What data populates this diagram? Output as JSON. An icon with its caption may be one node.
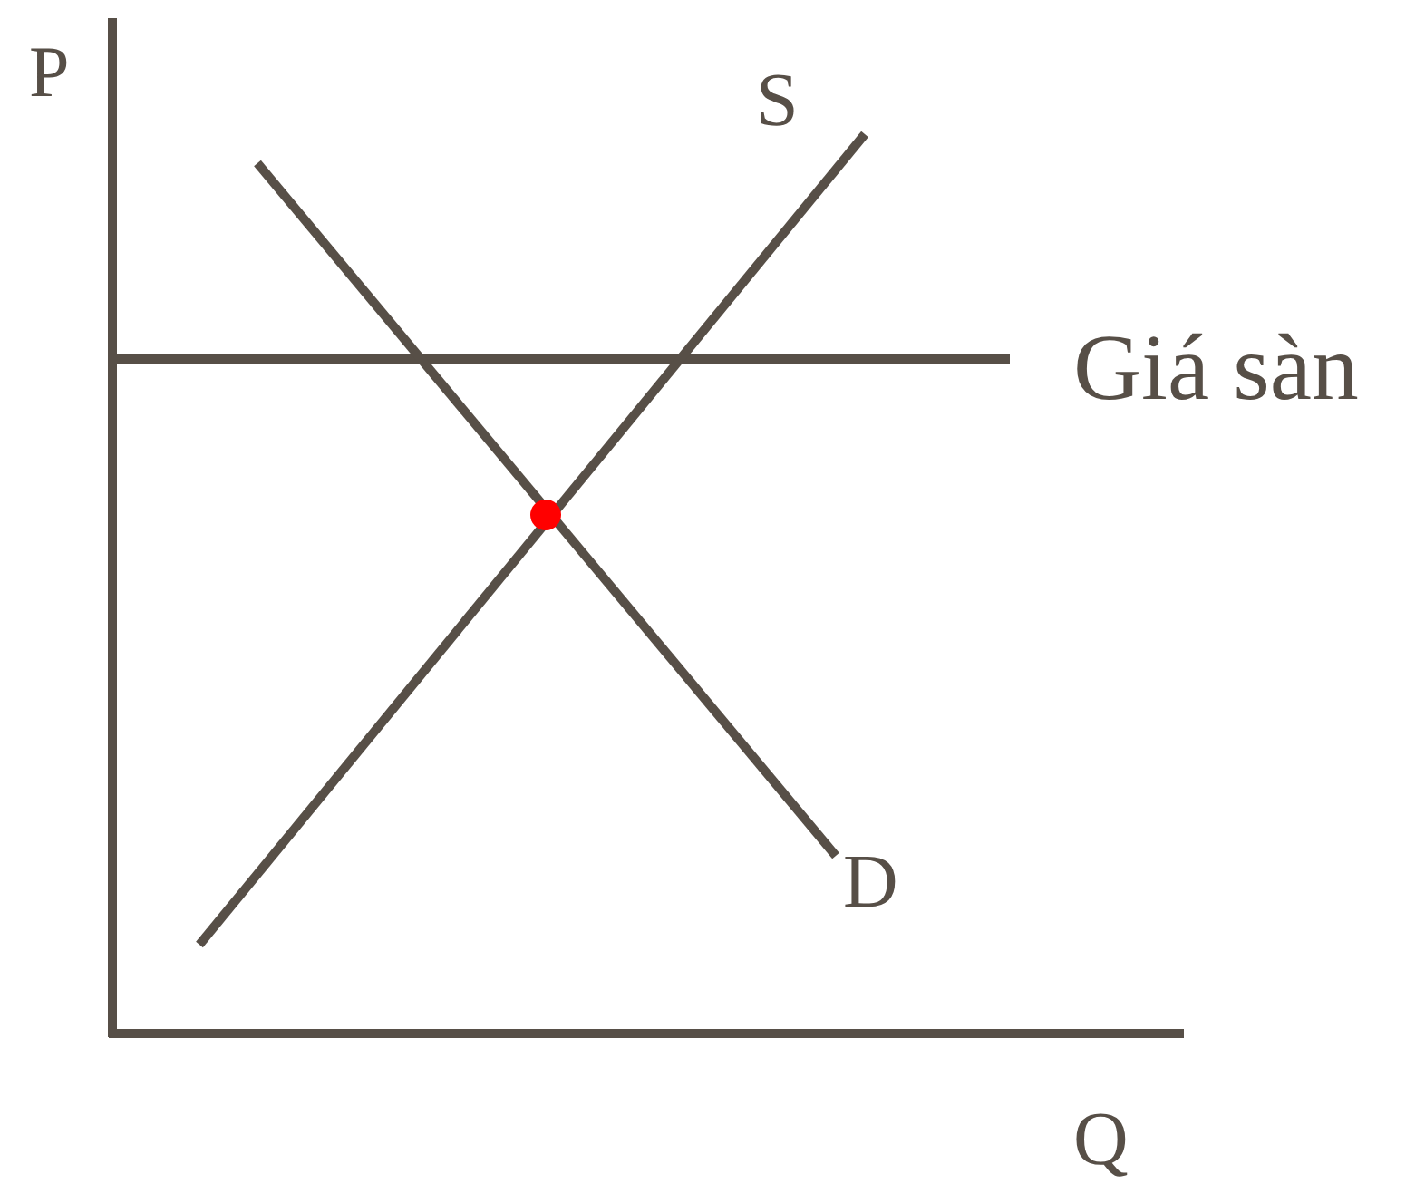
{
  "diagram": {
    "labels": [
      "P",
      "S",
      "Giá sàn",
      "D",
      "Q"
    ]
  }
}
